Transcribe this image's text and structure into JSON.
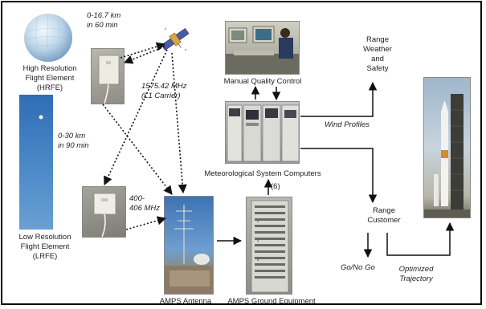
{
  "labels": {
    "hrfe_alt": "0-16.7 km\nin 60 min",
    "hrfe": "High Resolution\nFlight Element\n(HRFE)",
    "lrfe_alt": "0-30 km\nin 90 min",
    "lrfe": "Low Resolution\nFlight Element\n(LRFE)",
    "l1": "1575.42 MHz\n(L1 Carrier)",
    "uhf": "400-\n406 MHz",
    "manual_qc": "Manual Quality Control",
    "met_computers": "Meteorological System Computers",
    "six": "(6)",
    "range_weather": "Range\nWeather\nand\nSafety",
    "wind_profiles": "Wind Profiles",
    "range_customer": "Range\nCustomer",
    "go_no_go": "Go/No Go",
    "optimized": "Optimized\nTrajectory",
    "amps_antenna": "AMPS Antenna",
    "amps_ground": "AMPS Ground Equipment"
  },
  "colors": {
    "sky": "#3f7fc4",
    "balloon": "#cfe2f2",
    "frame": "#000000"
  }
}
